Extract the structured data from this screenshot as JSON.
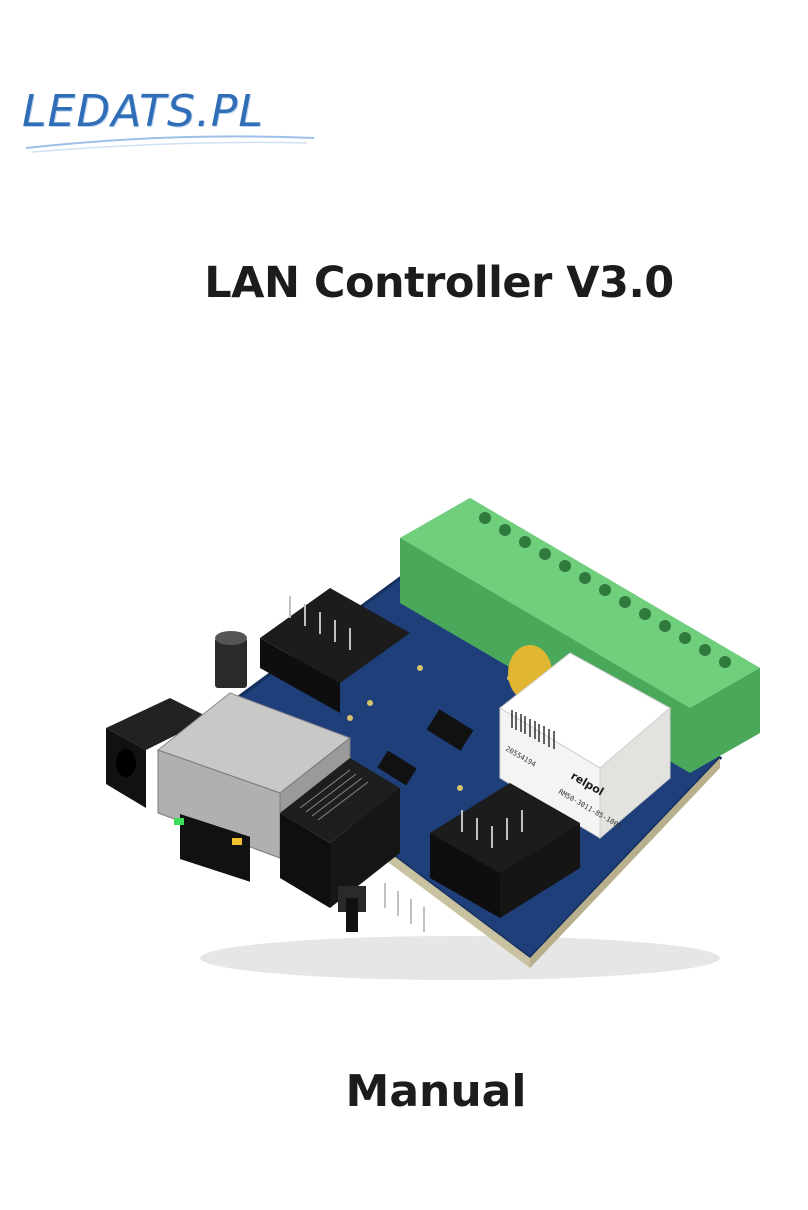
{
  "logo": {
    "text": "LEDATS.PL",
    "color": "#2f6db6"
  },
  "cover": {
    "title": "LAN Controller V3.0",
    "subtitle": "Manual"
  },
  "product_image": {
    "relay_brand": "relpol",
    "relay_model": "RM50-3011-85-1005",
    "relay_serial": "20554194",
    "colors": {
      "pcb": "#1f3f7a",
      "terminal_blocks": "#5cbf6a",
      "relay": "#f4f4f2",
      "ethernet_jack": "#bfbfbf",
      "connectors": "#1c1c1c"
    }
  }
}
